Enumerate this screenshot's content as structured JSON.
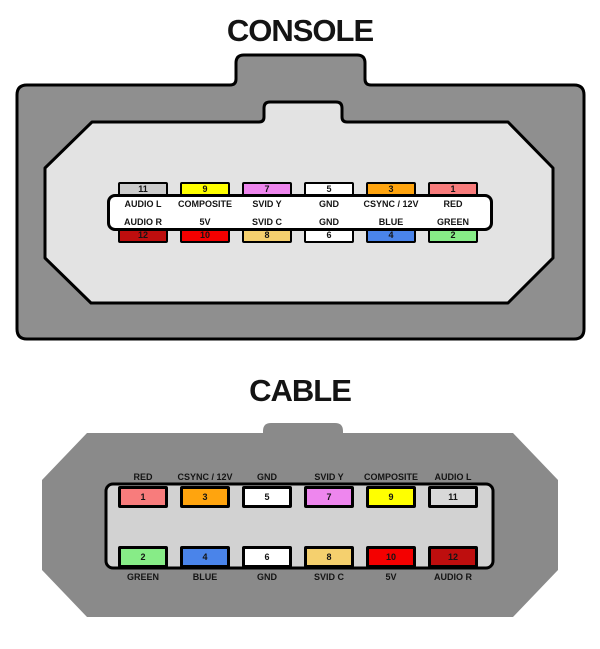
{
  "console": {
    "title": "CONSOLE",
    "top_pins": [
      {
        "number": "11",
        "label": "AUDIO L",
        "color": "#CBCBCB"
      },
      {
        "number": "9",
        "label": "COMPOSITE",
        "color": "#FFFF00"
      },
      {
        "number": "7",
        "label": "SVID Y",
        "color": "#EE86EE"
      },
      {
        "number": "5",
        "label": "GND",
        "color": "#FFFFFF"
      },
      {
        "number": "3",
        "label": "CSYNC / 12V",
        "color": "#FFA40E"
      },
      {
        "number": "1",
        "label": "RED",
        "color": "#F87C7C"
      }
    ],
    "bottom_pins": [
      {
        "number": "12",
        "label": "AUDIO R",
        "color": "#BE0E0E"
      },
      {
        "number": "10",
        "label": "5V",
        "color": "#F40000"
      },
      {
        "number": "8",
        "label": "SVID C",
        "color": "#F5D06E"
      },
      {
        "number": "6",
        "label": "GND",
        "color": "#FFFFFF"
      },
      {
        "number": "4",
        "label": "BLUE",
        "color": "#4A84EA"
      },
      {
        "number": "2",
        "label": "GREEN",
        "color": "#87EC87"
      }
    ]
  },
  "cable": {
    "title": "CABLE",
    "top_pins": [
      {
        "number": "1",
        "label": "RED",
        "color": "#F87C7C"
      },
      {
        "number": "3",
        "label": "CSYNC / 12V",
        "color": "#FFA40E"
      },
      {
        "number": "5",
        "label": "GND",
        "color": "#FFFFFF"
      },
      {
        "number": "7",
        "label": "SVID Y",
        "color": "#EE86EE"
      },
      {
        "number": "9",
        "label": "COMPOSITE",
        "color": "#FFFF00"
      },
      {
        "number": "11",
        "label": "AUDIO L",
        "color": "#D8D8D8"
      }
    ],
    "bottom_pins": [
      {
        "number": "2",
        "label": "GREEN",
        "color": "#87EC87"
      },
      {
        "number": "4",
        "label": "BLUE",
        "color": "#4A84EA"
      },
      {
        "number": "6",
        "label": "GND",
        "color": "#FFFFFF"
      },
      {
        "number": "8",
        "label": "SVID C",
        "color": "#F5D06E"
      },
      {
        "number": "10",
        "label": "5V",
        "color": "#F40000"
      },
      {
        "number": "12",
        "label": "AUDIO R",
        "color": "#BE0E0E"
      }
    ]
  },
  "colors": {
    "console_housing": "#8F8F8F",
    "console_socket": "#E3E3E3",
    "cable_body": "#8A8A8A",
    "cable_panel": "#D2D2D2",
    "label_band": "#FFFFFF",
    "outline": "#000000"
  }
}
